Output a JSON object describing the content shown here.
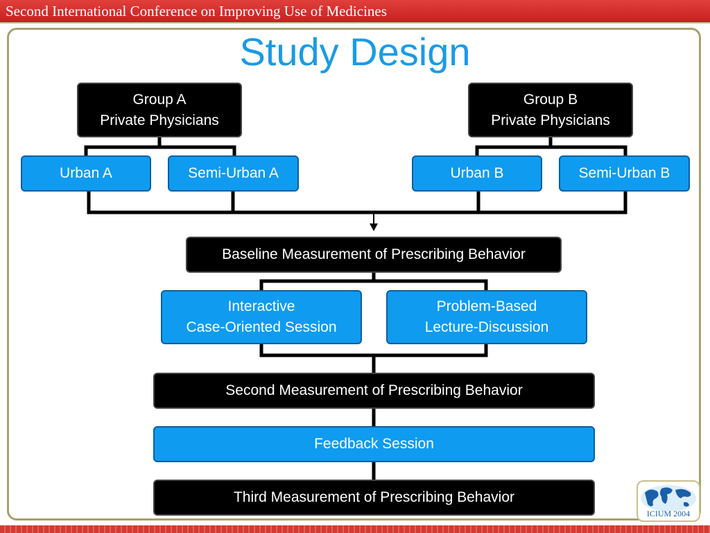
{
  "header": {
    "title": "Second International Conference on Improving Use of Medicines"
  },
  "slide": {
    "title": "Study Design"
  },
  "diagram": {
    "group_a": "Group A\nPrivate Physicians",
    "group_b": "Group B\nPrivate Physicians",
    "urban_a": "Urban A",
    "semi_urban_a": "Semi-Urban A",
    "urban_b": "Urban B",
    "semi_urban_b": "Semi-Urban B",
    "baseline": "Baseline Measurement of Prescribing Behavior",
    "interactive": "Interactive\nCase-Oriented Session",
    "problem_based": "Problem-Based\nLecture-Discussion",
    "second": "Second Measurement of Prescribing Behavior",
    "feedback": "Feedback Session",
    "third": "Third Measurement of Prescribing Behavior"
  },
  "logo": {
    "text": "ICIUM 2004"
  },
  "colors": {
    "dark_box": "#000000",
    "blue_box": "#0f9bf0",
    "title": "#1a9be6",
    "header": "#c8201f"
  }
}
